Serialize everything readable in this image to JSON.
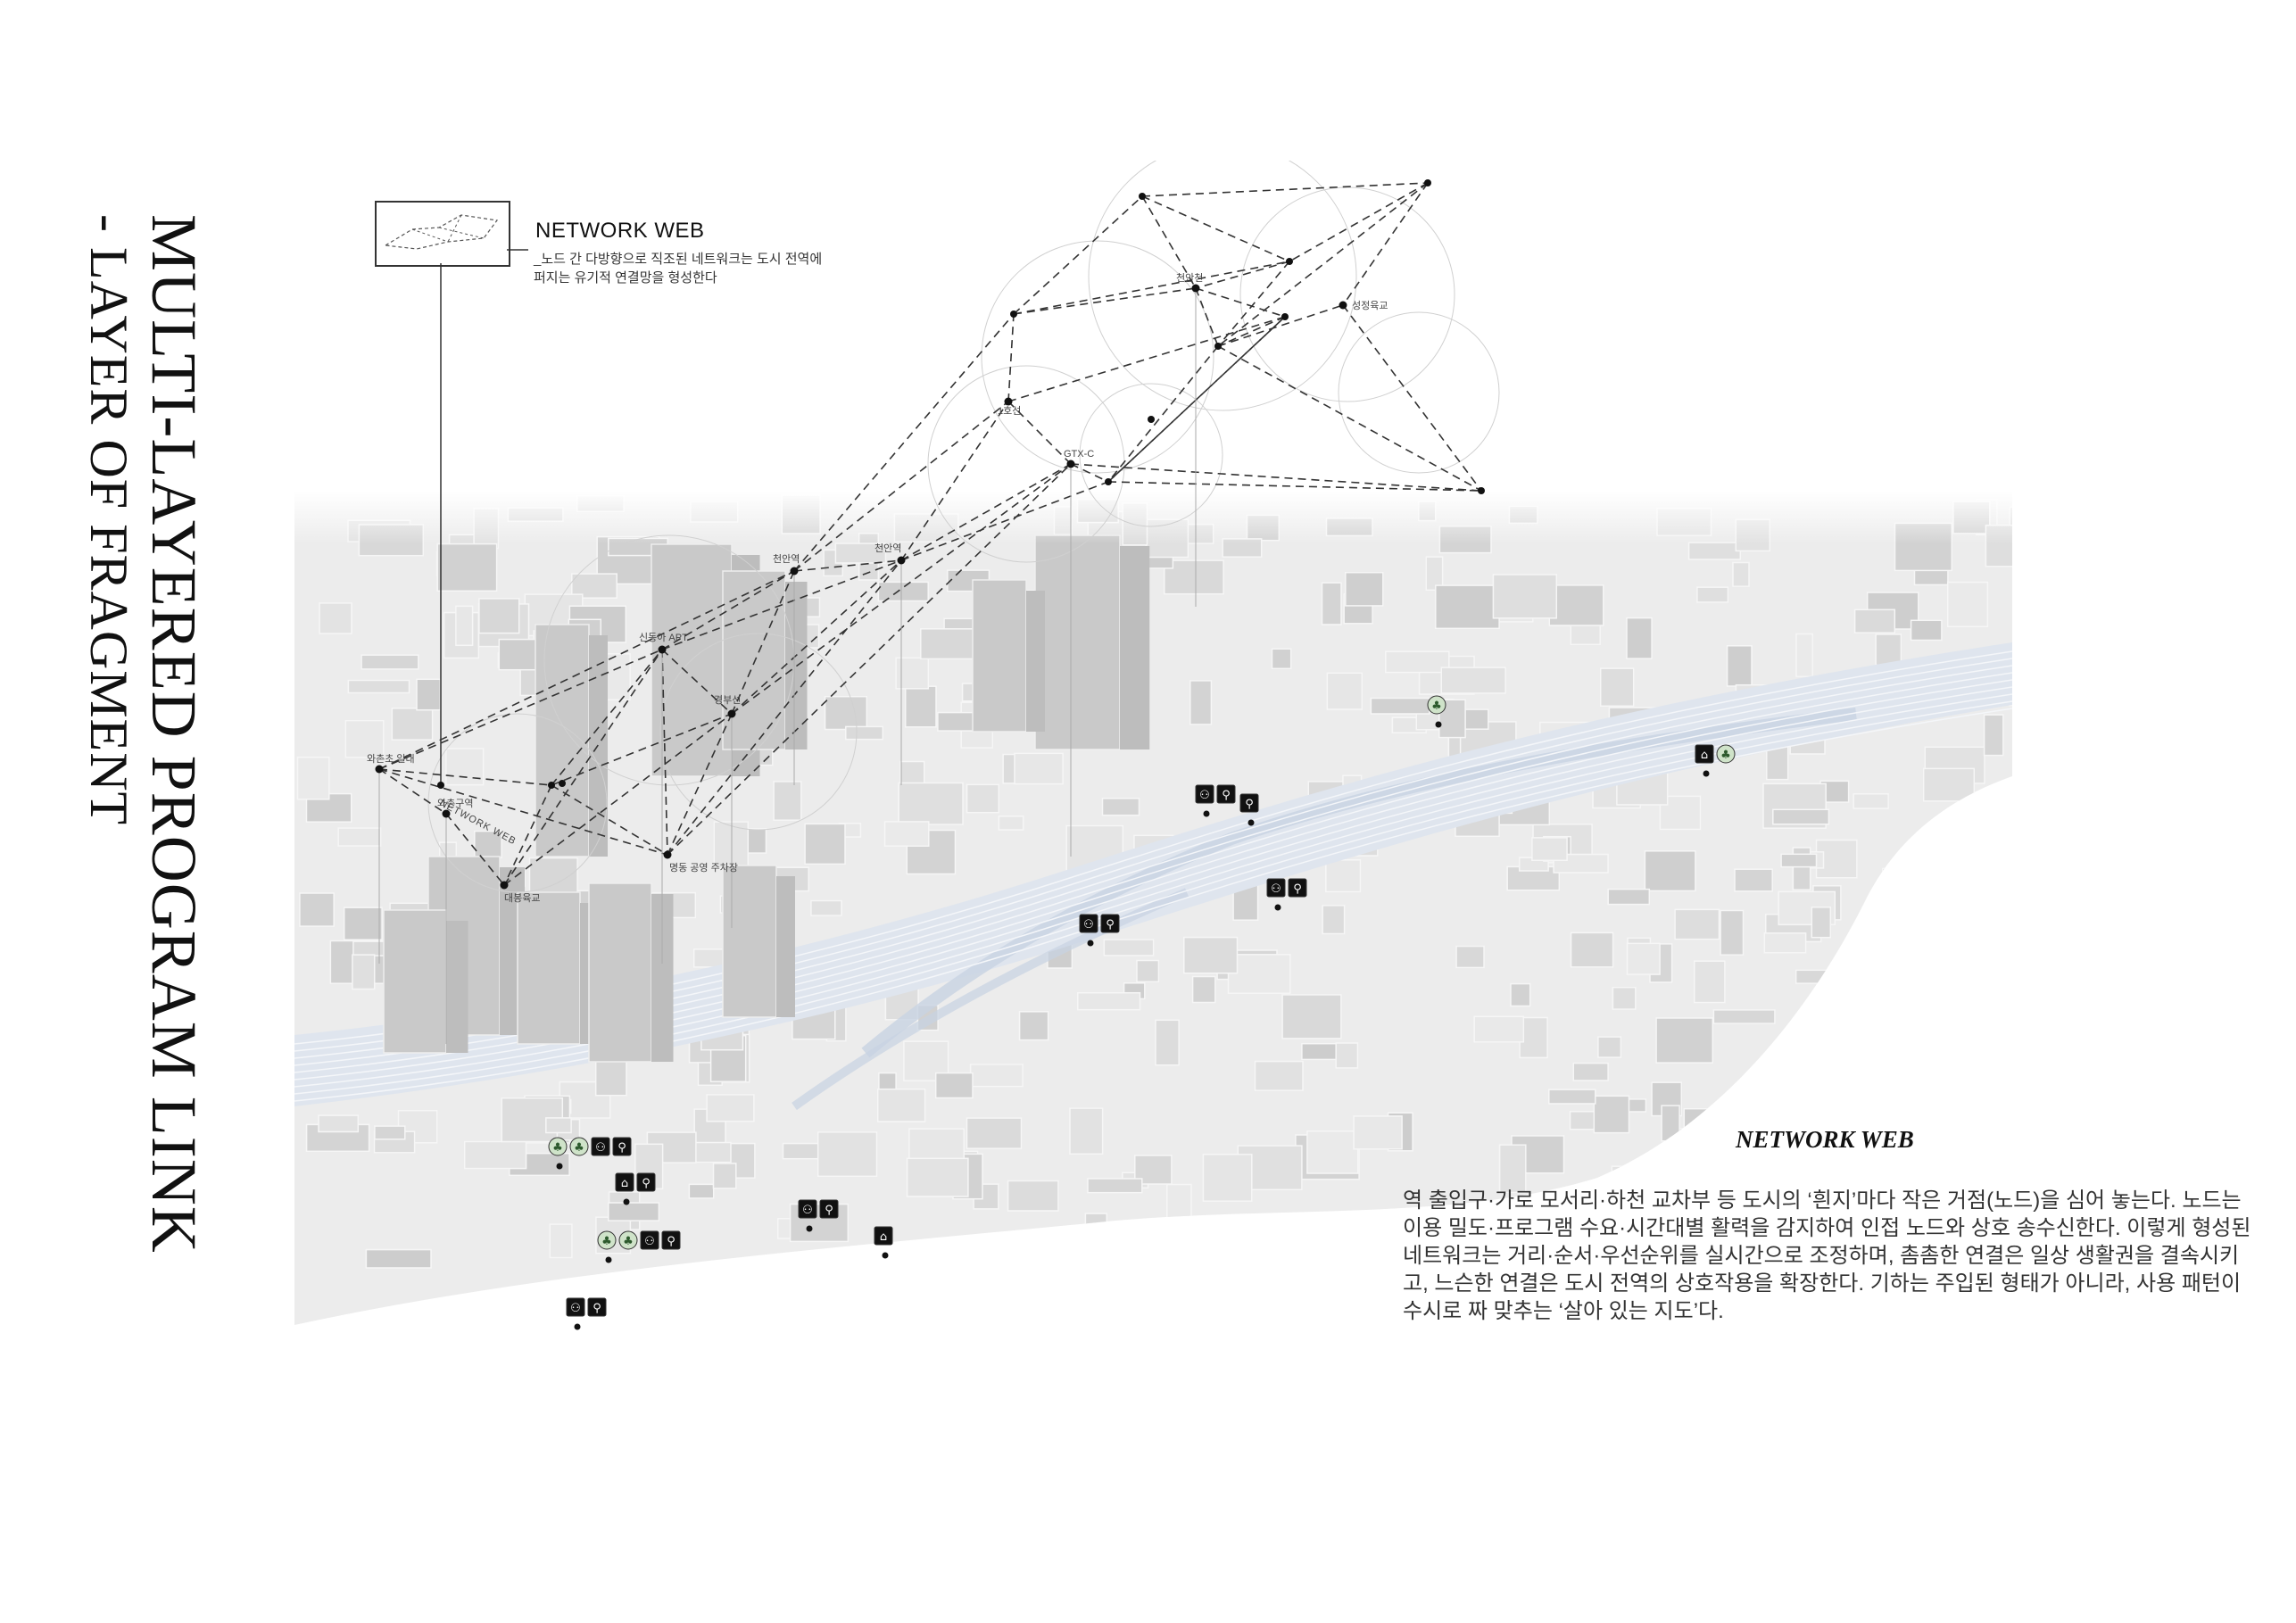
{
  "page": {
    "vertical_title_line1": "MULTI-LAYERED PROGRAM LINK",
    "vertical_title_line2": "- LAYER OF FRAGMENT"
  },
  "legend": {
    "title": "NETWORK WEB",
    "description": "_노드 간 다방향으로 직조된 네트워크는 도시 전역에 퍼지는 유기적 연결망을 형성한다"
  },
  "map": {
    "path_label": "NETWORK WEB",
    "nodes": [
      {
        "id": "n1",
        "label": "와촌초 일대"
      },
      {
        "id": "n2",
        "label": "와촌구역"
      },
      {
        "id": "n3",
        "label": "대봉육교"
      },
      {
        "id": "n4",
        "label": "신동아 APT"
      },
      {
        "id": "n5",
        "label": "경부선"
      },
      {
        "id": "n6",
        "label": "명동 공영 주차장"
      },
      {
        "id": "n7",
        "label": "천안역"
      },
      {
        "id": "n8",
        "label": "천안역"
      },
      {
        "id": "n9",
        "label": "GTX-C"
      },
      {
        "id": "n10",
        "label": "1호선"
      },
      {
        "id": "n11",
        "label": "천안천"
      },
      {
        "id": "n12",
        "label": "성정육교"
      }
    ],
    "icons": [
      {
        "id": "i1",
        "types": [
          "bike-icon",
          "toilet-icon"
        ]
      },
      {
        "id": "i2",
        "types": [
          "bike-icon",
          "toilet-icon"
        ]
      },
      {
        "id": "i3",
        "types": [
          "bike-icon",
          "toilet-icon"
        ]
      },
      {
        "id": "i4",
        "types": [
          "bench-icon",
          "toilet-icon"
        ]
      },
      {
        "id": "i5",
        "types": [
          "bike-icon",
          "toilet-icon"
        ]
      },
      {
        "id": "i6",
        "types": [
          "bench-icon"
        ]
      },
      {
        "id": "i7",
        "types": [
          "toilet-icon"
        ]
      },
      {
        "id": "i8",
        "types": [
          "bench-icon",
          "tree-icon"
        ]
      },
      {
        "id": "i9",
        "types": [
          "tree-icon",
          "tree-icon",
          "bike-icon",
          "toilet-icon"
        ]
      },
      {
        "id": "i10",
        "types": [
          "tree-icon",
          "tree-icon",
          "bike-icon",
          "toilet-icon"
        ]
      },
      {
        "id": "i11",
        "types": [
          "bike-icon",
          "toilet-icon"
        ]
      },
      {
        "id": "i12",
        "types": [
          "bench-icon"
        ]
      },
      {
        "id": "i13",
        "types": [
          "tree-icon"
        ]
      }
    ],
    "colors": {
      "network_line": "#333333",
      "buildings": "#dcdcdc",
      "rail": "#d5dde8",
      "green": "#cfe3c9"
    }
  },
  "body": {
    "title": "NETWORK WEB",
    "text": "역 출입구·가로 모서리·하천 교차부 등 도시의 ‘흰지’마다 작은 거점(노드)을 심어 놓는다. 노드는 이용 밀도·프로그램 수요·시간대별 활력을 감지하여 인접 노드와 상호 송수신한다. 이렇게 형성된 네트워크는 거리·순서·우선순위를 실시간으로 조정하며, 촘촘한 연결은 일상 생활권을 결속시키고, 느슨한 연결은 도시 전역의 상호작용을 확장한다. 기하는 주입된 형태가 아니라, 사용 패턴이 수시로 짜 맞추는 ‘살아 있는 지도’다."
  }
}
